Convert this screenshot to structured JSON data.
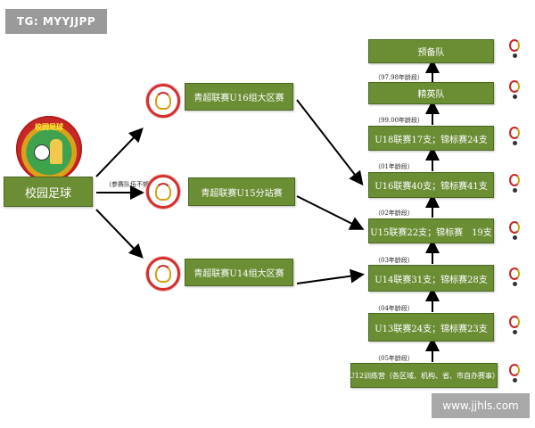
{
  "watermark_top": "TG: MYYJJPP",
  "watermark_bottom": "www.jjhls.com",
  "root": {
    "label": "校园足球",
    "logo_text": "校园足球"
  },
  "root_note": "（参赛队伍不够）",
  "leagues": [
    {
      "label": "青超联赛U16组大区赛"
    },
    {
      "label": "青超联赛U15分站赛"
    },
    {
      "label": "青超联赛U14组大区赛"
    }
  ],
  "ladder": [
    {
      "label": "预备队"
    },
    {
      "label": "精英队"
    },
    {
      "label": "U18联赛17支；锦标赛24支"
    },
    {
      "label": "U16联赛40支；锦标赛41支"
    },
    {
      "label": "U15联赛22支；锦标赛　19支"
    },
    {
      "label": "U14联赛31支；锦标赛28支"
    },
    {
      "label": "U13联赛24支；锦标赛23支"
    },
    {
      "label": "U12训练营（各区域、机构、省、市自办赛事）"
    }
  ],
  "age_tags": [
    "（97.98年龄段）",
    "（99.00年龄段）",
    "（01年龄段）",
    "（02年龄段）",
    "（03年龄段）",
    "（04年龄段）",
    "（05年龄段）"
  ],
  "colors": {
    "box": "#6b8e35",
    "box_border": "#4a6a22",
    "arrow": "#000000",
    "logo_red": "#d32f2f",
    "logo_gold": "#d4a015"
  },
  "icons": {
    "league_logo": "youth-league-logo",
    "mini_logo": "youth-league-mini-logo",
    "root_logo": "campus-football-logo"
  }
}
